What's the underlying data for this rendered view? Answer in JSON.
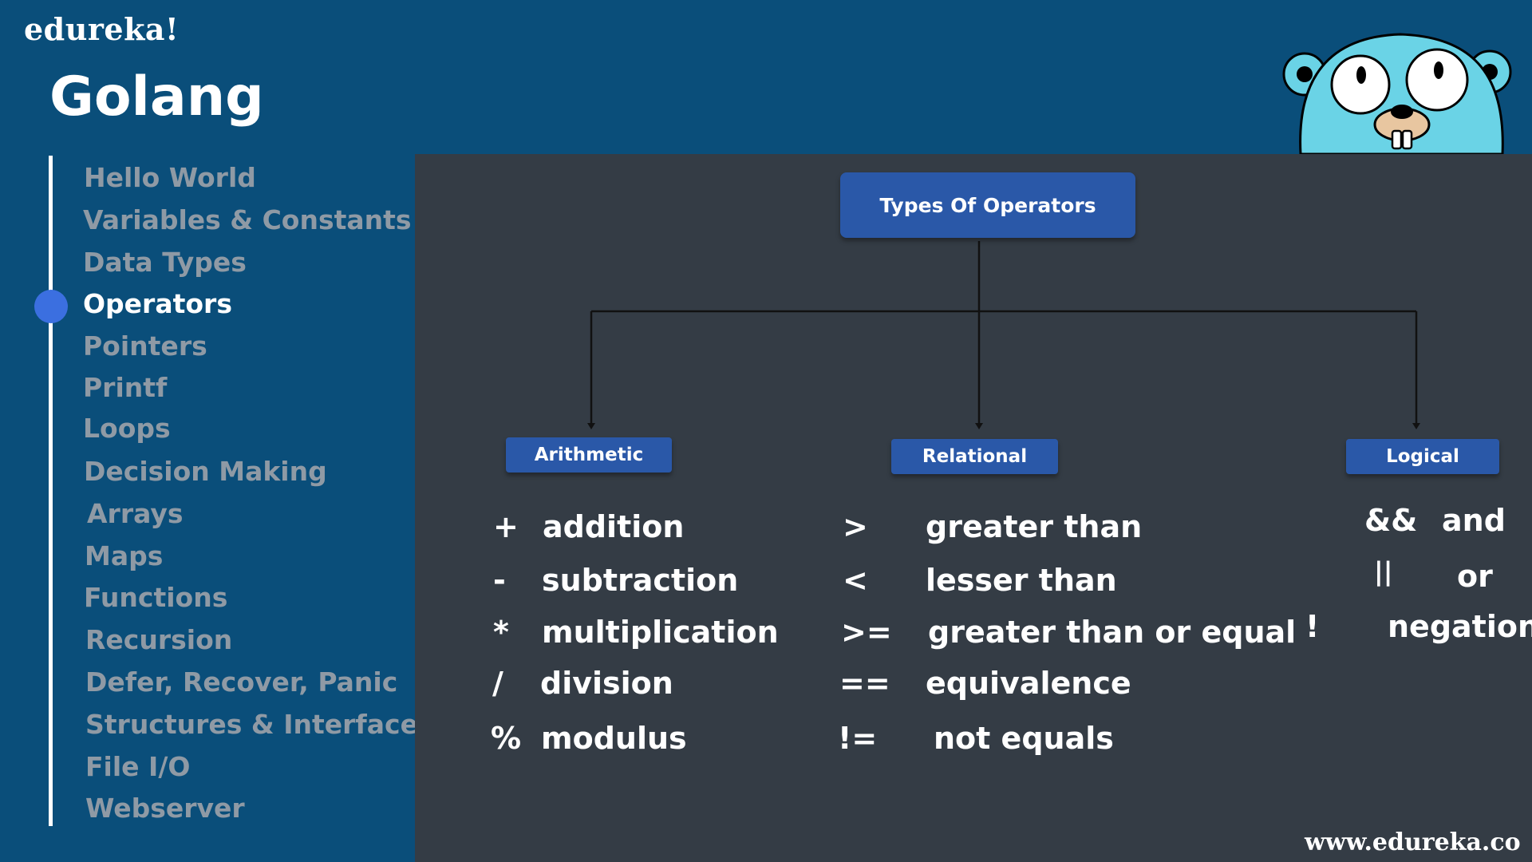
{
  "brand": "edureka!",
  "title": "Golang",
  "sidebar": {
    "items": [
      {
        "label": "Hello World"
      },
      {
        "label": "Variables & Constants"
      },
      {
        "label": "Data Types"
      },
      {
        "label": "Operators"
      },
      {
        "label": "Pointers"
      },
      {
        "label": "Printf"
      },
      {
        "label": "Loops"
      },
      {
        "label": "Decision Making"
      },
      {
        "label": "Arrays"
      },
      {
        "label": "Maps"
      },
      {
        "label": "Functions"
      },
      {
        "label": "Recursion"
      },
      {
        "label": "Defer, Recover, Panic"
      },
      {
        "label": "Structures & Interfaces"
      },
      {
        "label": "File I/O"
      },
      {
        "label": "Webserver"
      }
    ],
    "active_item": "Operators"
  },
  "diagram": {
    "root": "Types Of Operators",
    "categories": [
      {
        "label": "Arithmetic",
        "items": [
          {
            "symbol": "+",
            "text": "addition"
          },
          {
            "symbol": "-",
            "text": "subtraction"
          },
          {
            "symbol": "*",
            "text": "multiplication"
          },
          {
            "symbol": "/",
            "text": "division"
          },
          {
            "symbol": "%",
            "text": "modulus"
          }
        ]
      },
      {
        "label": "Relational",
        "items": [
          {
            "symbol": ">",
            "text": "greater than"
          },
          {
            "symbol": "<",
            "text": "lesser  than"
          },
          {
            "symbol": ">=",
            "text": "greater than or equal"
          },
          {
            "symbol": "==",
            "text": "equivalence"
          },
          {
            "symbol": "!=",
            "text": "not equals"
          }
        ]
      },
      {
        "label": "Logical",
        "items": [
          {
            "symbol": "&&",
            "text": "and"
          },
          {
            "symbol": "||",
            "text": "or"
          },
          {
            "symbol": "!",
            "text": "negation"
          }
        ]
      }
    ]
  },
  "mascot": {
    "icon": "gopher-mascot-icon"
  },
  "website": "www.edureka.co",
  "colors": {
    "background": "#0a4e7a",
    "panel": "#343c45",
    "box": "#2a58a8",
    "active_dot": "#3b6fe0",
    "inactive_text": "#8f9aa5"
  }
}
